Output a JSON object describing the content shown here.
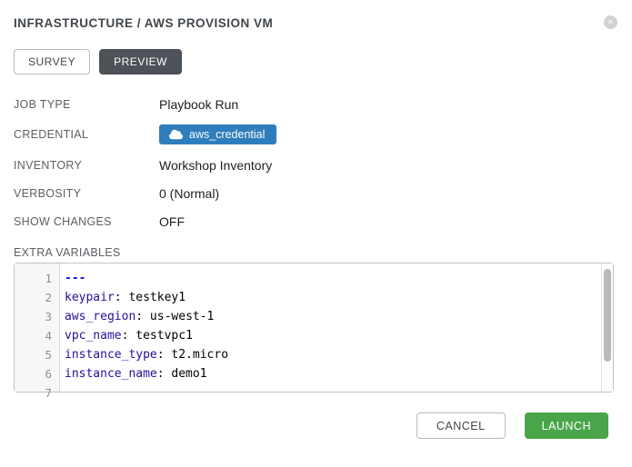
{
  "modal": {
    "title": "INFRASTRUCTURE / AWS PROVISION VM"
  },
  "icons": {
    "close": "✕",
    "credential": "cloud"
  },
  "tabs": [
    {
      "label": "SURVEY",
      "active": false
    },
    {
      "label": "PREVIEW",
      "active": true
    }
  ],
  "details": [
    {
      "label": "JOB TYPE",
      "value": "Playbook Run",
      "type": "text"
    },
    {
      "label": "CREDENTIAL",
      "value": "aws_credential",
      "type": "badge"
    },
    {
      "label": "INVENTORY",
      "value": "Workshop Inventory",
      "type": "text"
    },
    {
      "label": "VERBOSITY",
      "value": "0 (Normal)",
      "type": "text"
    },
    {
      "label": "SHOW CHANGES",
      "value": "OFF",
      "type": "text"
    }
  ],
  "extra_variables": {
    "label": "EXTRA VARIABLES",
    "lines": [
      {
        "number": "1",
        "raw": "---"
      },
      {
        "number": "2",
        "key": "keypair",
        "value": "testkey1"
      },
      {
        "number": "3",
        "key": "aws_region",
        "value": "us-west-1"
      },
      {
        "number": "4",
        "key": "vpc_name",
        "value": "testvpc1"
      },
      {
        "number": "5",
        "key": "instance_type",
        "value": "t2.micro"
      },
      {
        "number": "6",
        "key": "instance_name",
        "value": "demo1"
      },
      {
        "number": "7"
      }
    ]
  },
  "footer": {
    "cancel_label": "CANCEL",
    "launch_label": "LAUNCH"
  },
  "colors": {
    "badge_blue": "#2e7dbc",
    "launch_green": "#4aa54a",
    "tab_active_bg": "#4c5257",
    "code_key_color": "#221199",
    "code_doc_start_color": "#1111cc",
    "gutter_bg": "#f7f7f7"
  }
}
